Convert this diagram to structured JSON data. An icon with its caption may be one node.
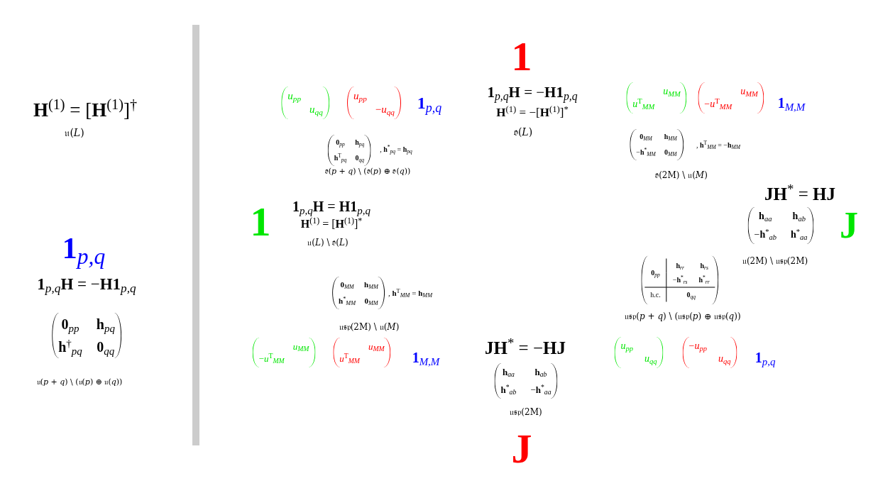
{
  "diagram": {
    "labels": [
      "**H**$^{(1)}$ = [**H**$^{(1)}$]$^{†}$",
      "𝔲(*L*)",
      "**1**$_{p,q}$",
      "**1**$_{p,q}$**H** = −**H1**$_{p,q}$",
      "**0**$_{pp}$",
      "**h**$_{pq}$",
      "**h**$^{†}$$_{pq}$",
      "**0**$_{qq}$",
      "𝔲(*p* + *q*) \\ (𝔲(*p*) ⊕ 𝔲(*q*))",
      "**1**",
      "*u*$_{pp}$",
      "*u*$_{qq}$",
      "*u*$_{pp}$",
      "−*u*$_{qq}$",
      "**1**$_{p,q}$",
      "**1**$_{p,q}$**H** = −**H1**$_{p,q}$",
      "*u*$_{MM}$",
      "*u*$^{T}$$_{MM}$",
      "*u*$_{MM}$",
      "−*u*$^{T}$$_{MM}$",
      "**1**$_{M,M}$",
      "**H**$^{(1)}$ = −[**H**$^{(1)}$]$^{*}$",
      "𝔬(*L*)",
      "**0**$_{pp}$",
      "**h**$_{pq}$",
      "**h**$^{T}$$_{pq}$",
      "**0**$_{qq}$",
      ", **h**$^{*}$$_{pq}$ = **h**$_{pq}$",
      "𝔬(*p* + *q*) \\ (𝔬(*p*) ⊕ 𝔬(*q*))",
      "**0**$_{MM}$",
      "**h**$_{MM}$",
      "−**h**$^{*}$$_{MM}$",
      "**0**$_{MM}$",
      ", **h**$^{T}$$_{MM}$ = −**h**$_{MM}$",
      "𝔬(2M) \\ 𝔲(*M*)",
      "**1**",
      "**1**$_{p,q}$**H** = **H1**$_{p,q}$",
      "**H**$^{(1)}$ = [**H**$^{(1)}$]$^{*}$",
      "𝔲(*L*) \\ 𝔬(*L*)",
      "**JH**$^{*}$ = **HJ**",
      "**h**$_{aa}$",
      "**h**$_{ab}$",
      "−**h**$^{*}$$_{ab}$",
      "**h**$^{*}$$_{aa}$",
      "**J**",
      "𝔲(2M) \\ 𝔲𝔰𝔭(2M)",
      "**0**$_{MM}$",
      "**h**$_{MM}$",
      "**h**$^{*}$$_{MM}$",
      "**0**$_{MM}$",
      ", **h**$^{T}$$_{MM}$ = **h**$_{MM}$",
      "**0**$_{pp}$",
      "**h**$_{rr}$",
      "**h**$_{rs}$",
      "−**h**$^{*}$$_{rs}$",
      "**h**$^{*}$$_{rr}$",
      "h.c.",
      "**0**$_{qq}$",
      "𝔲𝔰𝔭(*p* + *q*) \\ (𝔲𝔰𝔭(*p*) ⊕ 𝔲𝔰𝔭(*q*))",
      "𝔲𝔰𝔭(2M) \\ 𝔲(*M*)",
      "*u*$_{MM}$",
      "−*u*$^{T}$$_{MM}$",
      "*u*$_{MM}$",
      "*u*$^{T}$$_{MM}$",
      "**1**$_{M,M}$",
      "**JH**$^{*}$ = −**HJ**",
      "*u*$_{pp}$",
      "*u*$_{qq}$",
      "−*u*$_{pp}$",
      "*u*$_{qq}$",
      "**1**$_{p,q}$",
      "**h**$_{aa}$",
      "**h**$_{ab}$",
      "**h**$^{*}$$_{ab}$",
      "−**h**$^{*}$$_{aa}$",
      "𝔲𝔰𝔭(2M)",
      "**J**"
    ]
  }
}
